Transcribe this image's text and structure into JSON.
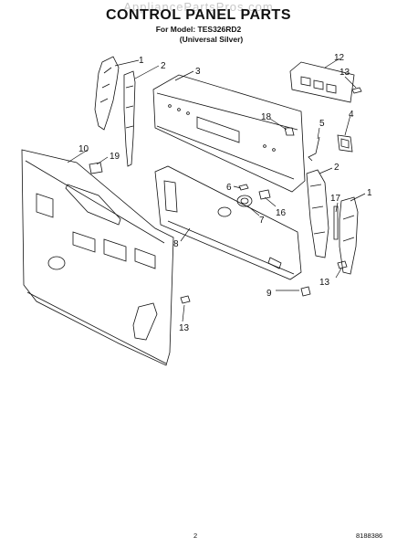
{
  "header": {
    "watermark": "AppliancePartsPros.com",
    "title": "CONTROL PANEL PARTS",
    "model_line": "For Model: TES326RD2",
    "variant_line": "(Universal Silver)"
  },
  "callouts": [
    "1",
    "2",
    "3",
    "18",
    "5",
    "4",
    "12",
    "13",
    "10",
    "19",
    "6",
    "7",
    "16",
    "2",
    "17",
    "1",
    "8",
    "9",
    "13",
    "13"
  ],
  "footer": {
    "page_number": "2",
    "doc_code": "8188386"
  }
}
